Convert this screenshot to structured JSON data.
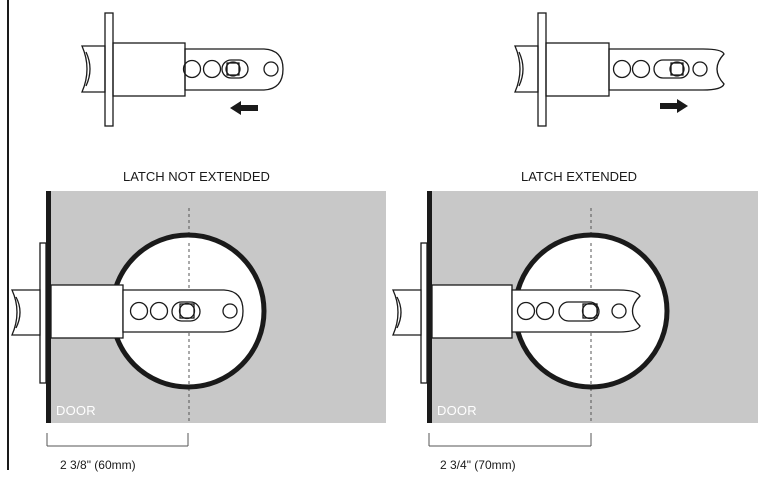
{
  "captions": {
    "left_panel": "LATCH NOT EXTENDED",
    "right_panel": "LATCH EXTENDED"
  },
  "door_labels": {
    "left": "DOOR",
    "right": "DOOR"
  },
  "dimensions": {
    "left": "2 3/8\" (60mm)",
    "right": "2 3/4\" (70mm)"
  },
  "arrows": {
    "left_direction": "left-arrow-icon",
    "right_direction": "right-arrow-icon"
  },
  "colors": {
    "door_fill": "#c8c8c8",
    "stroke": "#1a1a1a",
    "background": "#ffffff",
    "door_label": "#ffffff"
  }
}
